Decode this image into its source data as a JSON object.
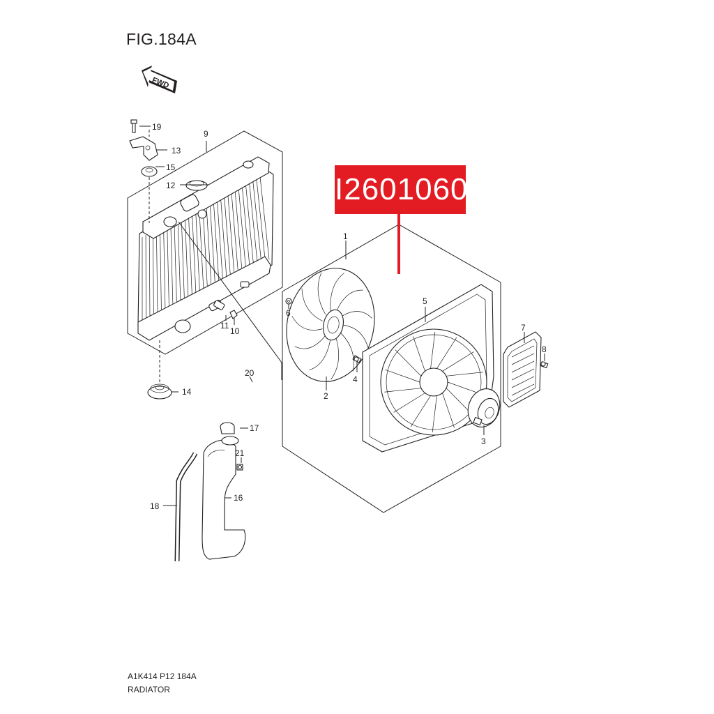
{
  "figure": {
    "title": "FIG.184A",
    "code": "A1K414 P12 184A",
    "name": "RADIATOR"
  },
  "fwd_arrow": {
    "label": "FWD",
    "icon": "forward-arrow-icon"
  },
  "highlight": {
    "part_number": "I2601060",
    "color": "#e31b23"
  },
  "callouts": {
    "c1": "1",
    "c2": "2",
    "c3": "3",
    "c4": "4",
    "c5": "5",
    "c6": "6",
    "c7": "7",
    "c8": "8",
    "c9": "9",
    "c10": "10",
    "c11": "11",
    "c12": "12",
    "c13": "13",
    "c14": "14",
    "c15": "15",
    "c16": "16",
    "c17": "17",
    "c18": "18",
    "c19": "19",
    "c20": "20",
    "c21": "21"
  }
}
